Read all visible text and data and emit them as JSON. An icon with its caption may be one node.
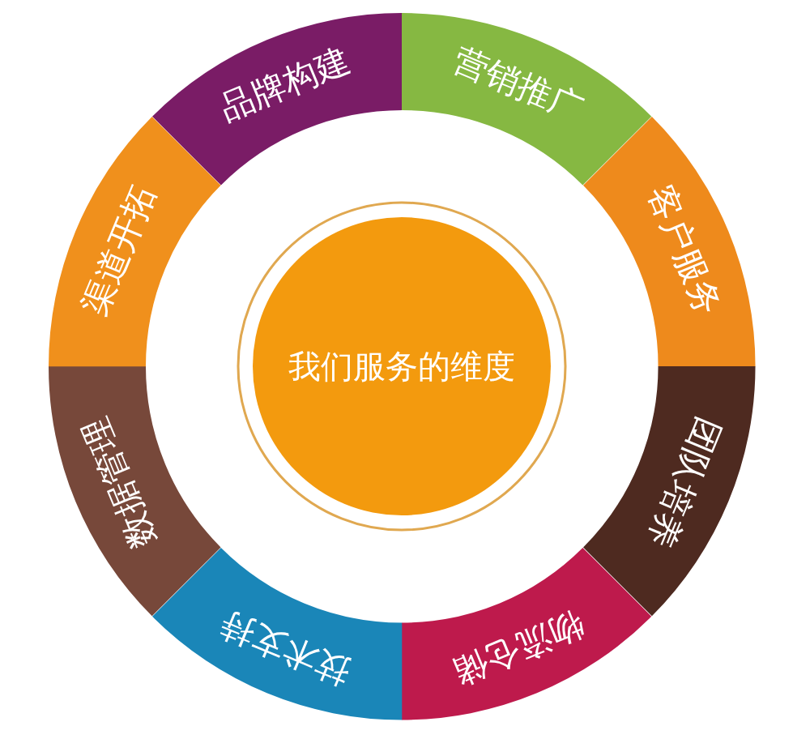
{
  "diagram": {
    "nodes": [
      {
        "text": [
          "品牌构建"
        ]
      },
      {
        "text": [
          "营销推广"
        ]
      },
      {
        "text": [
          "客户服务"
        ]
      },
      {
        "text": [
          "团队培养"
        ]
      },
      {
        "text": [
          "物流仓储"
        ]
      },
      {
        "text": [
          "技术支持"
        ]
      },
      {
        "text": [
          "数据管理"
        ]
      },
      {
        "text": [
          "渠道开拓"
        ]
      },
      {
        "text": [
          "我们服务的维度"
        ]
      }
    ]
  }
}
